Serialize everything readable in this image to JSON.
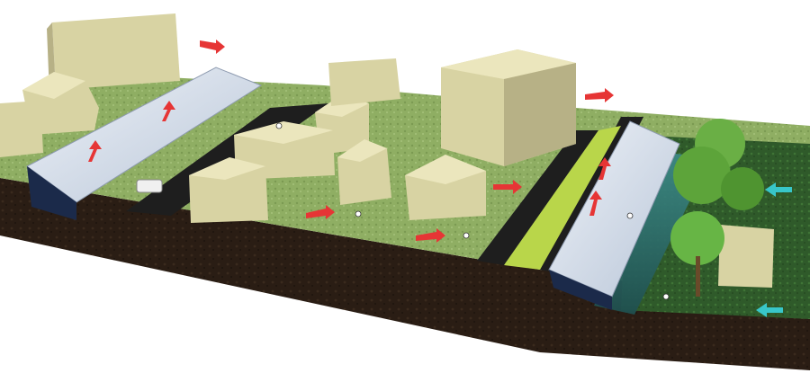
{
  "scene": {
    "type": "isometric-urban-diagram",
    "colors": {
      "background": "#ffffff",
      "soil": "#2a1d14",
      "grass": "#8fae63",
      "road": "#1e1e1e",
      "building": "#d8d3a3",
      "building_side": "#b7b186",
      "building_roof": "#ebe6bd",
      "glass_canopy": "#cfd8e6",
      "water": "#2c6b6a",
      "flow_arrow_red": "#e63535",
      "flow_arrow_cyan": "#38c6c9",
      "tree": "#5da43a"
    },
    "elements": [
      "street-canopy-left",
      "street-canopy-right",
      "buildings",
      "roads",
      "green-strip",
      "water-channel",
      "trees",
      "people",
      "van",
      "red-flow-arrows",
      "cyan-flow-arrows"
    ]
  }
}
